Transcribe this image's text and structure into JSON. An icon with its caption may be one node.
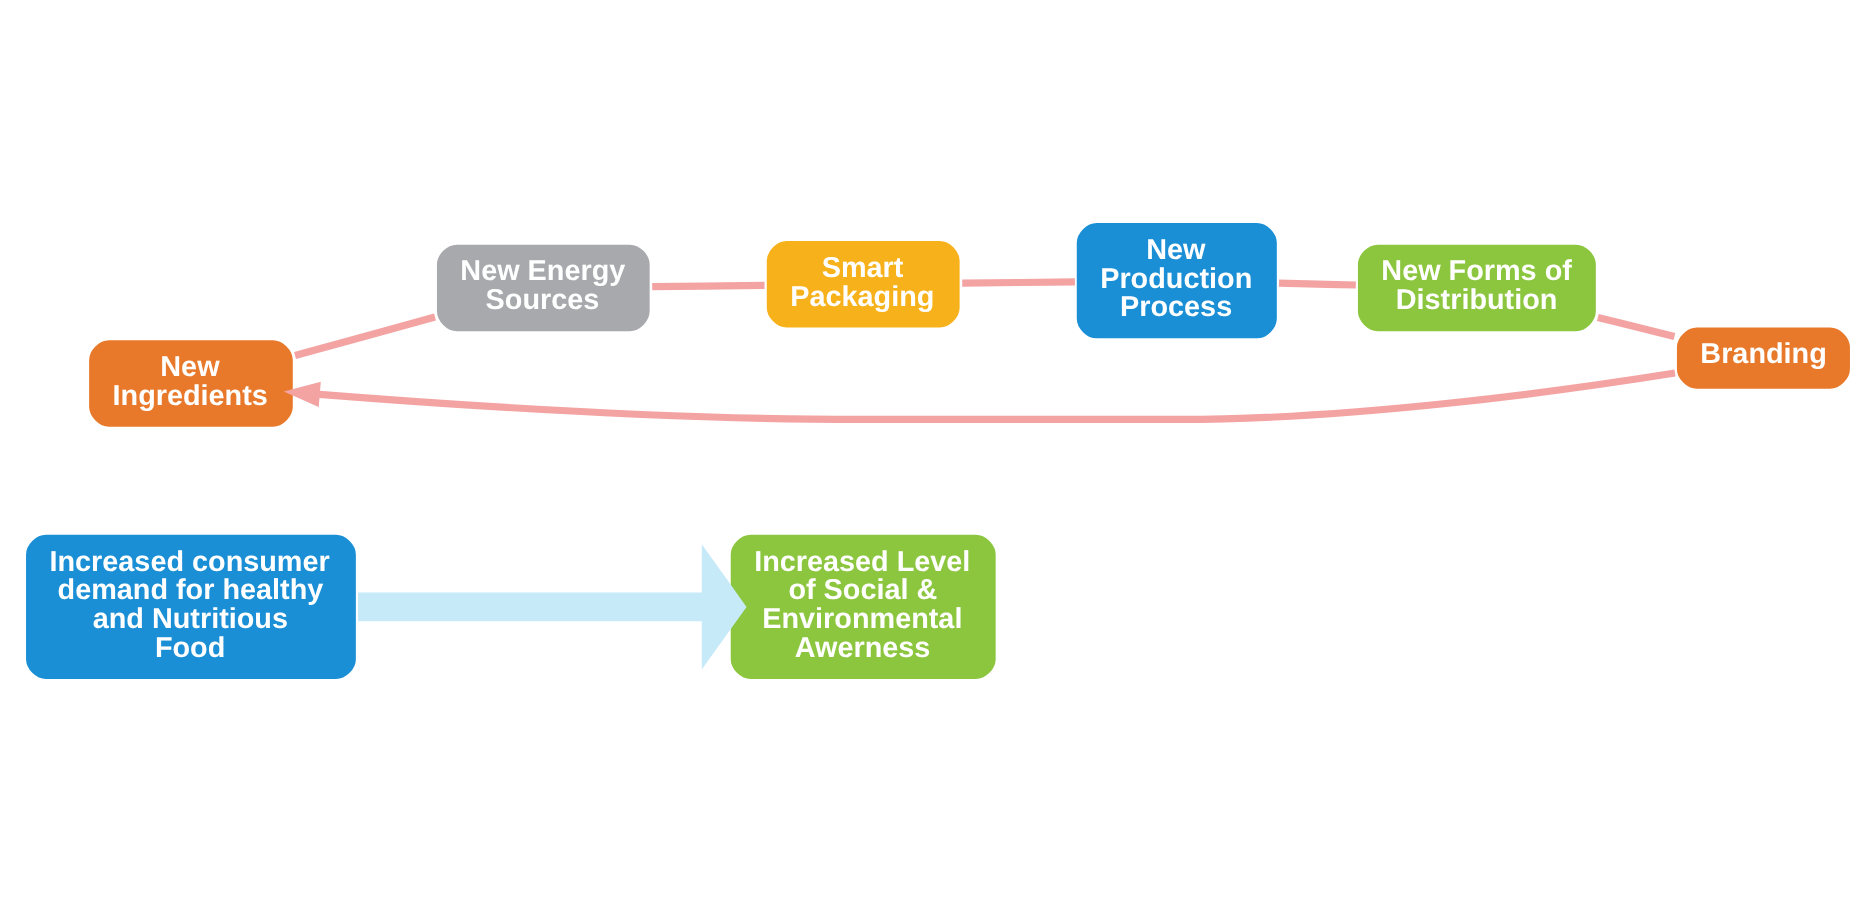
{
  "diagram": {
    "nodes": [
      {
        "text": [
          "Increased consumer demand for healthy and Nutritious Food"
        ]
      },
      {
        "text": [
          "Increased Level of Social & Environmental Awerness"
        ]
      },
      {
        "text": [
          "New Ingredients"
        ]
      },
      {
        "text": [
          "Branding"
        ]
      },
      {
        "text": [
          "New Energy Sources"
        ]
      },
      {
        "text": [
          "New Forms of Distribution"
        ]
      },
      {
        "text": [
          "Smart Packaging"
        ]
      },
      {
        "text": [
          "New Production Process"
        ]
      }
    ],
    "edges": [
      {
        "from": 0,
        "to": 1,
        "arrow": "to",
        "style": "thick",
        "color": "#c6eaf8"
      },
      {
        "from": 2,
        "to": 4,
        "arrow": "none"
      },
      {
        "from": 4,
        "to": 6,
        "arrow": "none"
      },
      {
        "from": 6,
        "to": 7,
        "arrow": "none"
      },
      {
        "from": 7,
        "to": 5,
        "arrow": "none"
      },
      {
        "from": 5,
        "to": 3,
        "arrow": "none"
      },
      {
        "from": 3,
        "to": 2,
        "arrow": "to"
      }
    ]
  }
}
